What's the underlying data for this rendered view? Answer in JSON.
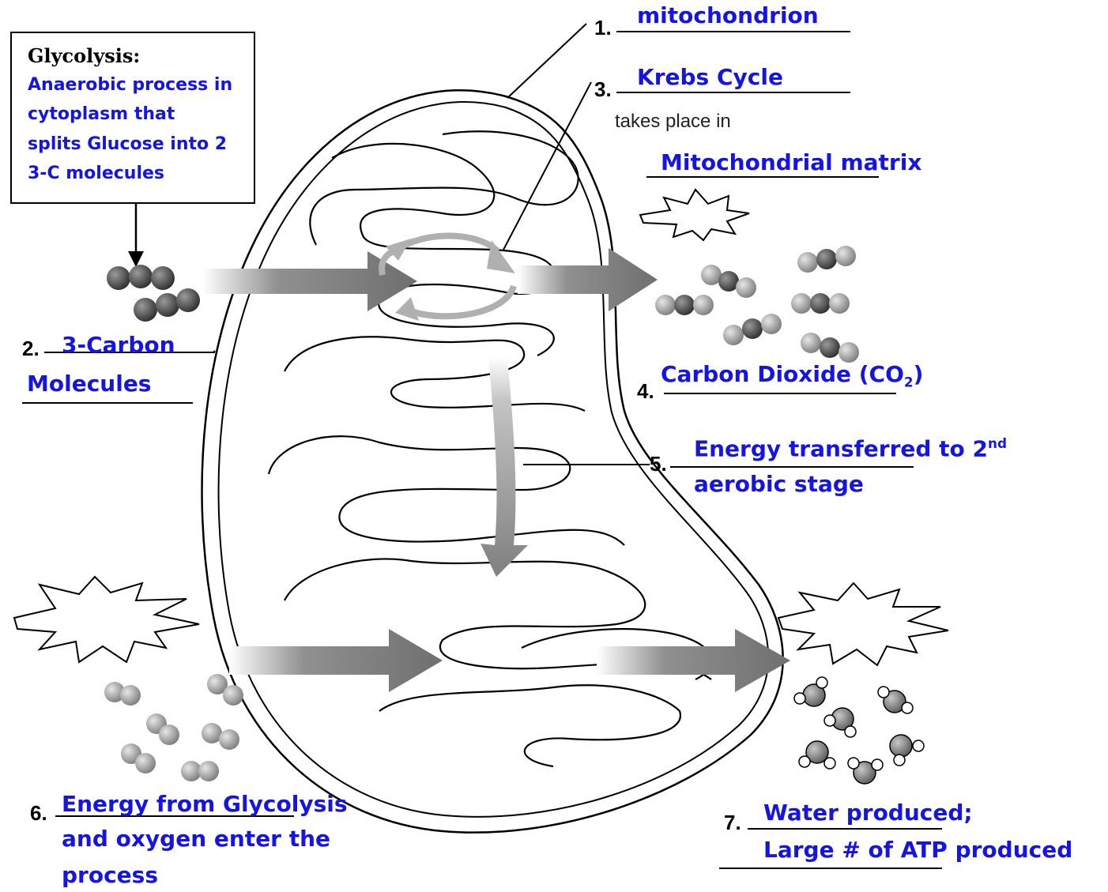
{
  "glycolysis_box": {
    "title": "Glycolysis:",
    "lines": [
      "Anaerobic process in",
      "cytoplasm that",
      "splits Glucose into 2",
      "3-C molecules"
    ]
  },
  "labels": {
    "l1": {
      "number": "1.",
      "answer": "mitochondrion"
    },
    "l2": {
      "number": "2.",
      "answer_line1": "3-Carbon",
      "answer_line2": "Molecules"
    },
    "l3": {
      "number": "3.",
      "answer": "Krebs Cycle",
      "connector": "takes place in",
      "answer2": "Mitochondrial matrix"
    },
    "l4": {
      "number": "4.",
      "answer_main": "Carbon Dioxide (CO",
      "answer_sub": "2",
      "answer_end": ")"
    },
    "l5": {
      "number": "5.",
      "answer_line1": "Energy transferred to 2",
      "answer_sup": "nd",
      "answer_line2": "aerobic stage"
    },
    "l6": {
      "number": "6.",
      "answer_line1": "Energy from Glycolysis",
      "answer_line2": "and oxygen enter the",
      "answer_line3": "process"
    },
    "l7": {
      "number": "7.",
      "answer_line1": "Water produced;",
      "answer_line2": "Large # of ATP produced"
    }
  },
  "colors": {
    "answer_text": "#1414e6",
    "arrow_fill": "#7a7a7a",
    "krebs_arrow": "#b3b3b3"
  }
}
